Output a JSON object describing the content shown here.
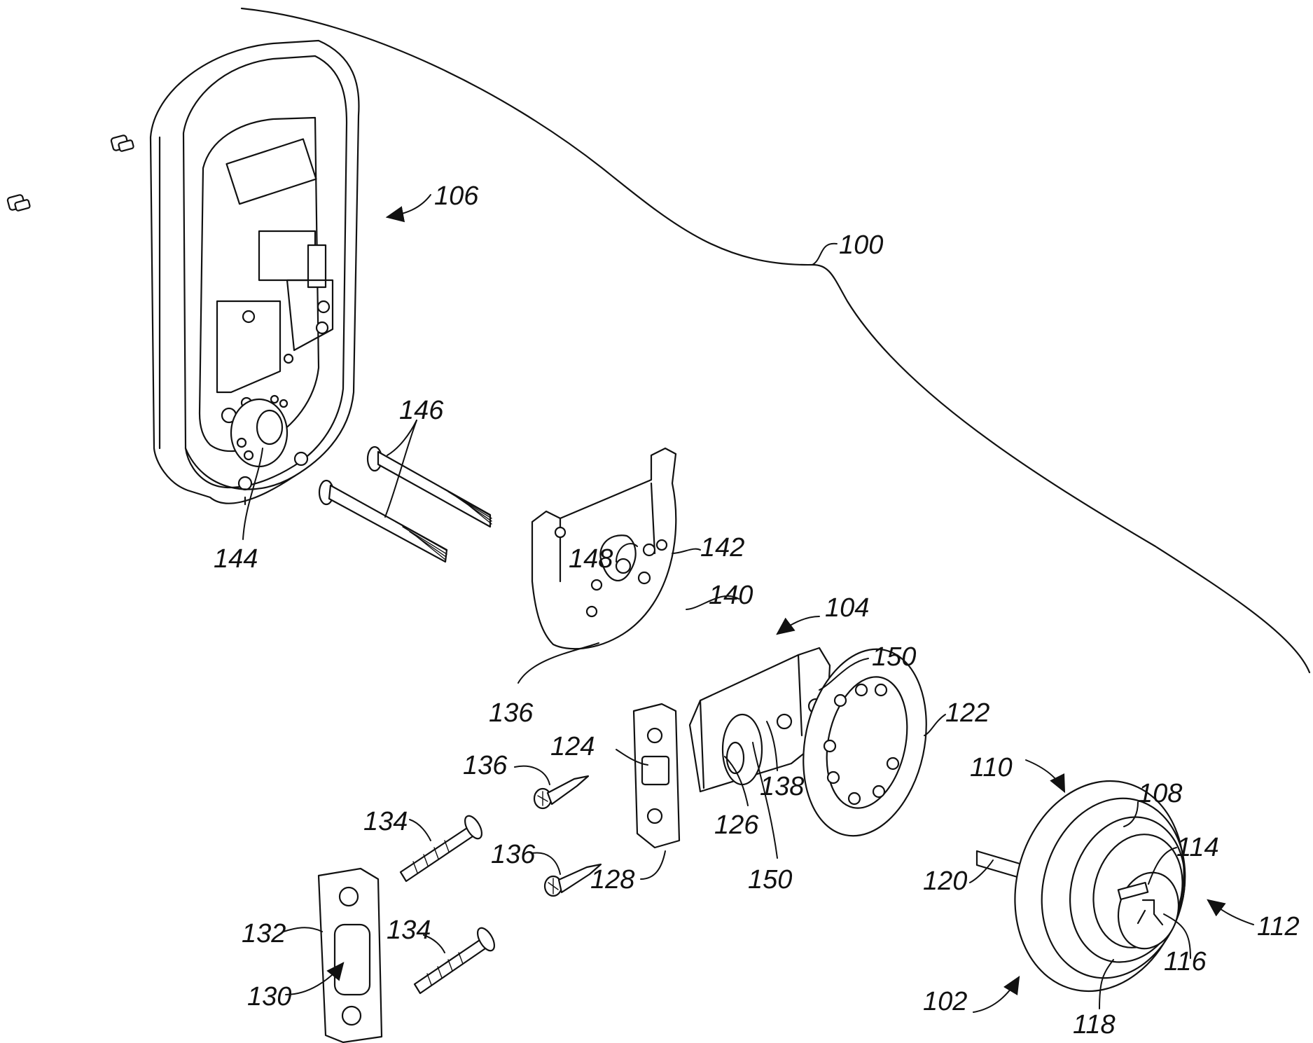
{
  "figure": {
    "reference_numerals": {
      "assembly": "100",
      "exterior_assembly": "102",
      "latch_assembly": "104",
      "interior_assembly": "106",
      "housing": "108",
      "sweep_arrow_110": "110",
      "face_arrow_112": "112",
      "keyway": "114",
      "cylinder": "116",
      "rim": "118",
      "torque_blade": "120",
      "rose": "122",
      "bolt": "124",
      "latch_case": "126",
      "faceplate": "128",
      "strike_opening": "130",
      "strike_plate": "132",
      "strike_screw_top": "134",
      "strike_screw_bottom": "134",
      "face_screw_top": "136",
      "face_screw_bottom": "136",
      "plate_hole": "136",
      "hole_138": "138",
      "hub": "140",
      "mounting_plate": "142",
      "interior_hub": "144",
      "through_bolts": "146",
      "plate_recess": "148",
      "tab_top": "150",
      "tab_bottom": "150"
    }
  },
  "colors": {
    "line": "#111111",
    "background": "#ffffff"
  }
}
